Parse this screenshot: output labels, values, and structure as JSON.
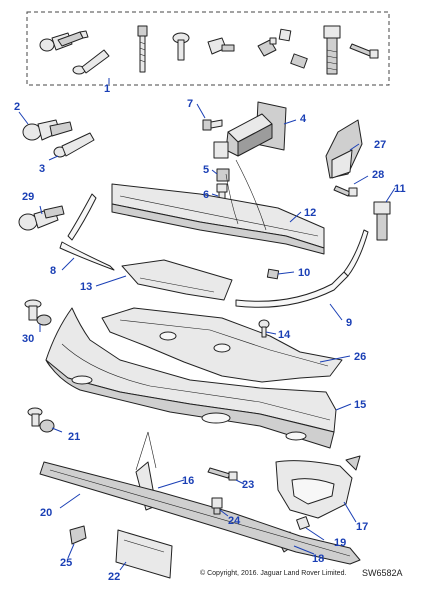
{
  "callouts": {
    "c1": "1",
    "c2": "2",
    "c3": "3",
    "c4": "4",
    "c5": "5",
    "c6": "6",
    "c7": "7",
    "c8": "8",
    "c9": "9",
    "c10": "10",
    "c11": "11",
    "c12": "12",
    "c13": "13",
    "c14": "14",
    "c15": "15",
    "c16": "16",
    "c17": "17",
    "c18": "18",
    "c19": "19",
    "c20": "20",
    "c21": "21",
    "c22": "22",
    "c23": "23",
    "c24": "24",
    "c25": "25",
    "c26": "26",
    "c27": "27",
    "c28": "28",
    "c29": "29",
    "c30": "30"
  },
  "footer": {
    "copyright": "© Copyright, 2016. Jaguar Land Rover Limited.",
    "reference": "SW6582A"
  },
  "colors": {
    "callout": "#1a3fb5",
    "outline": "#222222"
  }
}
